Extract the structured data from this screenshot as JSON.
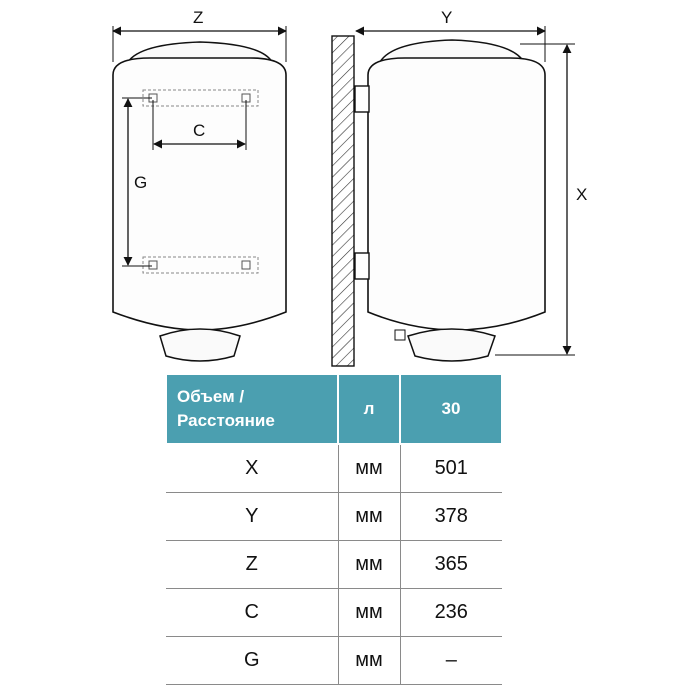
{
  "diagram": {
    "labels": {
      "z": "Z",
      "y": "Y",
      "x": "X",
      "c": "C",
      "g": "G"
    }
  },
  "table": {
    "header": {
      "param_line1": "Объем /",
      "param_line2": "Расстояние",
      "unit": "л",
      "value": "30"
    },
    "rows": [
      {
        "param": "X",
        "unit": "мм",
        "value": "501"
      },
      {
        "param": "Y",
        "unit": "мм",
        "value": "378"
      },
      {
        "param": "Z",
        "unit": "мм",
        "value": "365"
      },
      {
        "param": "C",
        "unit": "мм",
        "value": "236"
      },
      {
        "param": "G",
        "unit": "мм",
        "value": "–"
      }
    ]
  }
}
